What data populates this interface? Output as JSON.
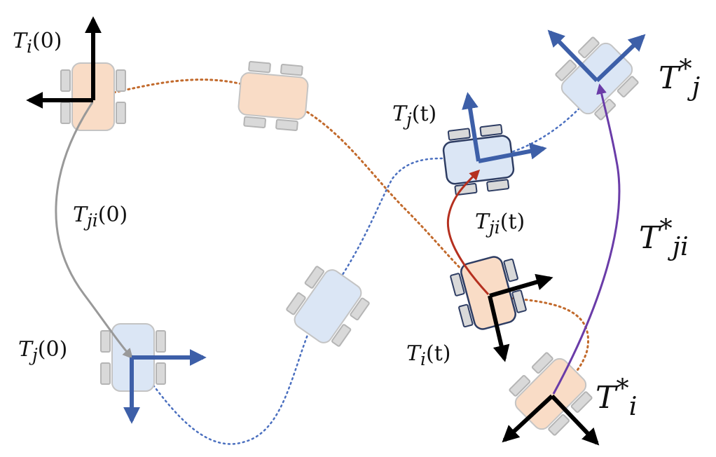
{
  "colors": {
    "robot_i_fill": "#f9dcc6",
    "robot_j_fill": "#dbe6f5",
    "robot_border": "#c4c4c4",
    "robot_active_border": "#2e3d63",
    "frame_i": "#000000",
    "frame_j": "#3d5fa8",
    "path_i": "#c26a2c",
    "path_j": "#4a6fbf",
    "transform_0": "#999999",
    "transform_t": "#b5301f",
    "transform_star": "#6a3ca8"
  },
  "labels": {
    "ti0": {
      "base": "T",
      "sub": "i",
      "arg": "(0)"
    },
    "tj0": {
      "base": "T",
      "sub": "j",
      "arg": "(0)"
    },
    "tji0": {
      "base": "T",
      "sub": "ji",
      "arg": "(0)"
    },
    "tjt": {
      "base": "T",
      "sub": "j",
      "arg": "(t)"
    },
    "tjit": {
      "base": "T",
      "sub": "ji",
      "arg": "(t)"
    },
    "tit": {
      "base": "T",
      "sub": "i",
      "arg": "(t)"
    },
    "tjs": {
      "base": "T",
      "sub": "j",
      "sup": "*"
    },
    "tjis": {
      "base": "T",
      "sub": "ji",
      "sup": "*"
    },
    "tis": {
      "base": "T",
      "sub": "i",
      "sup": "*"
    }
  }
}
